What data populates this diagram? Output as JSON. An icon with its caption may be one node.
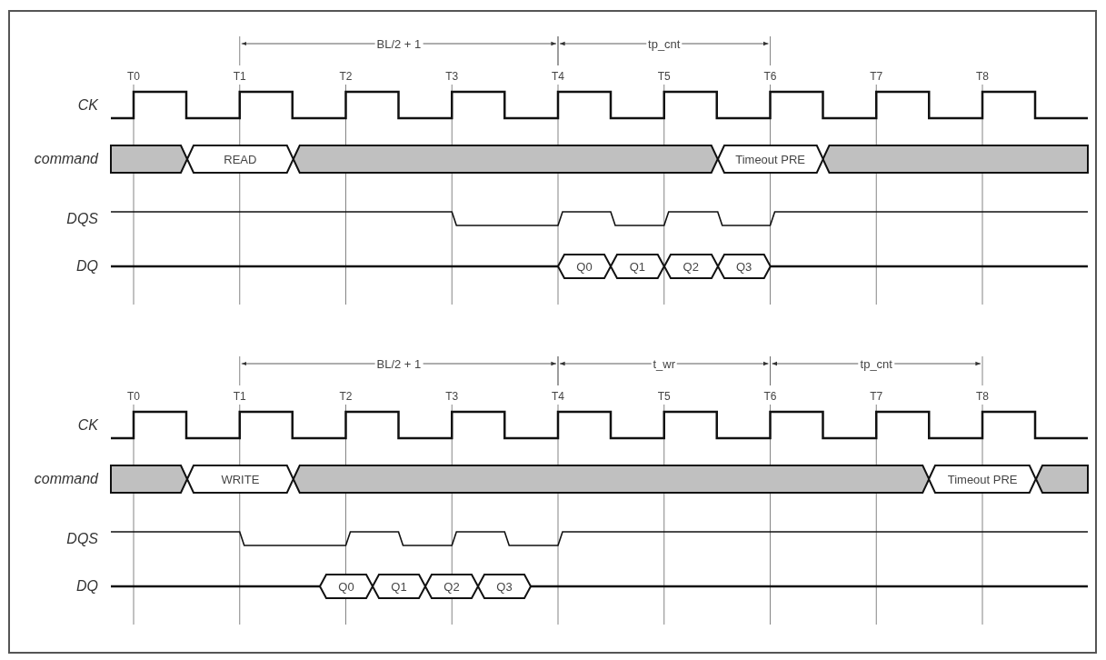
{
  "diagram": {
    "nodes": [
      {
        "text": [
          "READ"
        ]
      },
      {
        "text": [
          "Timeout PRE"
        ]
      },
      {
        "text": [
          "Q0"
        ]
      },
      {
        "text": [
          "Q1"
        ]
      },
      {
        "text": [
          "Q2"
        ]
      },
      {
        "text": [
          "Q3"
        ]
      },
      {
        "text": [
          "WRITE"
        ]
      },
      {
        "text": [
          "Timeout PRE"
        ]
      },
      {
        "text": [
          "Q0"
        ]
      },
      {
        "text": [
          "Q1"
        ]
      },
      {
        "text": [
          "Q2"
        ]
      },
      {
        "text": [
          "Q3"
        ]
      }
    ],
    "edges": [],
    "labels": [
      "BL/2 + 1",
      "tp_cnt",
      "T0",
      "T1",
      "T2",
      "T3",
      "T4",
      "T5",
      "T6",
      "T7",
      "T8",
      "CK",
      "command",
      "DQS",
      "DQ",
      "BL/2 + 1",
      "t_wr",
      "tp_cnt",
      "T0",
      "T1",
      "T2",
      "T3",
      "T4",
      "T5",
      "T6",
      "T7",
      "T8",
      "CK",
      "command",
      "DQS",
      "DQ"
    ]
  }
}
